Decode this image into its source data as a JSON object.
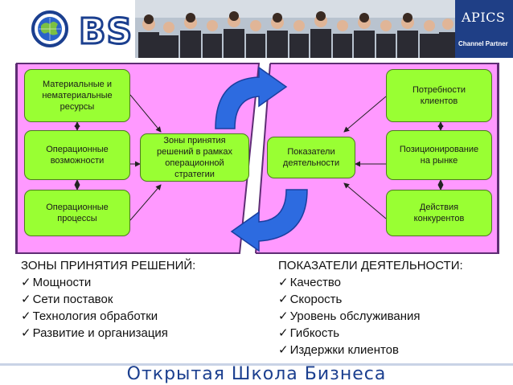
{
  "header": {
    "logo_text": "BS",
    "partner_name": "APICS",
    "partner_subtitle": "Channel Partner"
  },
  "left_boxes": {
    "resources": "Материальные и\nнематериальные\nресурсы",
    "capabilities": "Операционные\nвозможности",
    "processes": "Операционные\nпроцессы",
    "decision_zones": "Зоны принятия\nрешений в рамках\nоперационной\nстратегии"
  },
  "right_boxes": {
    "performance": "Показатели\nдеятельности",
    "customer_needs": "Потребности\nклиентов",
    "positioning": "Позиционирование\nна рынке",
    "competitors": "Действия\nконкурентов"
  },
  "left_list": {
    "title": "ЗОНЫ ПРИНЯТИЯ РЕШЕНИЙ:",
    "items": [
      "Мощности",
      "Сети поставок",
      "Технология обработки",
      "Развитие и организация"
    ]
  },
  "right_list": {
    "title": "ПОКАЗАТЕЛИ ДЕЯТЕЛЬНОСТИ:",
    "items": [
      "Качество",
      "Скорость",
      "Уровень обслуживания",
      "Гибкость",
      "Издержки клиентов"
    ]
  },
  "footer": {
    "school_name": "Открытая Школа Бизнеса"
  },
  "colors": {
    "panel": "#ff99ff",
    "box": "#99ff33",
    "arrow_blue": "#1b5fd6",
    "brand": "#1b3f8f"
  }
}
